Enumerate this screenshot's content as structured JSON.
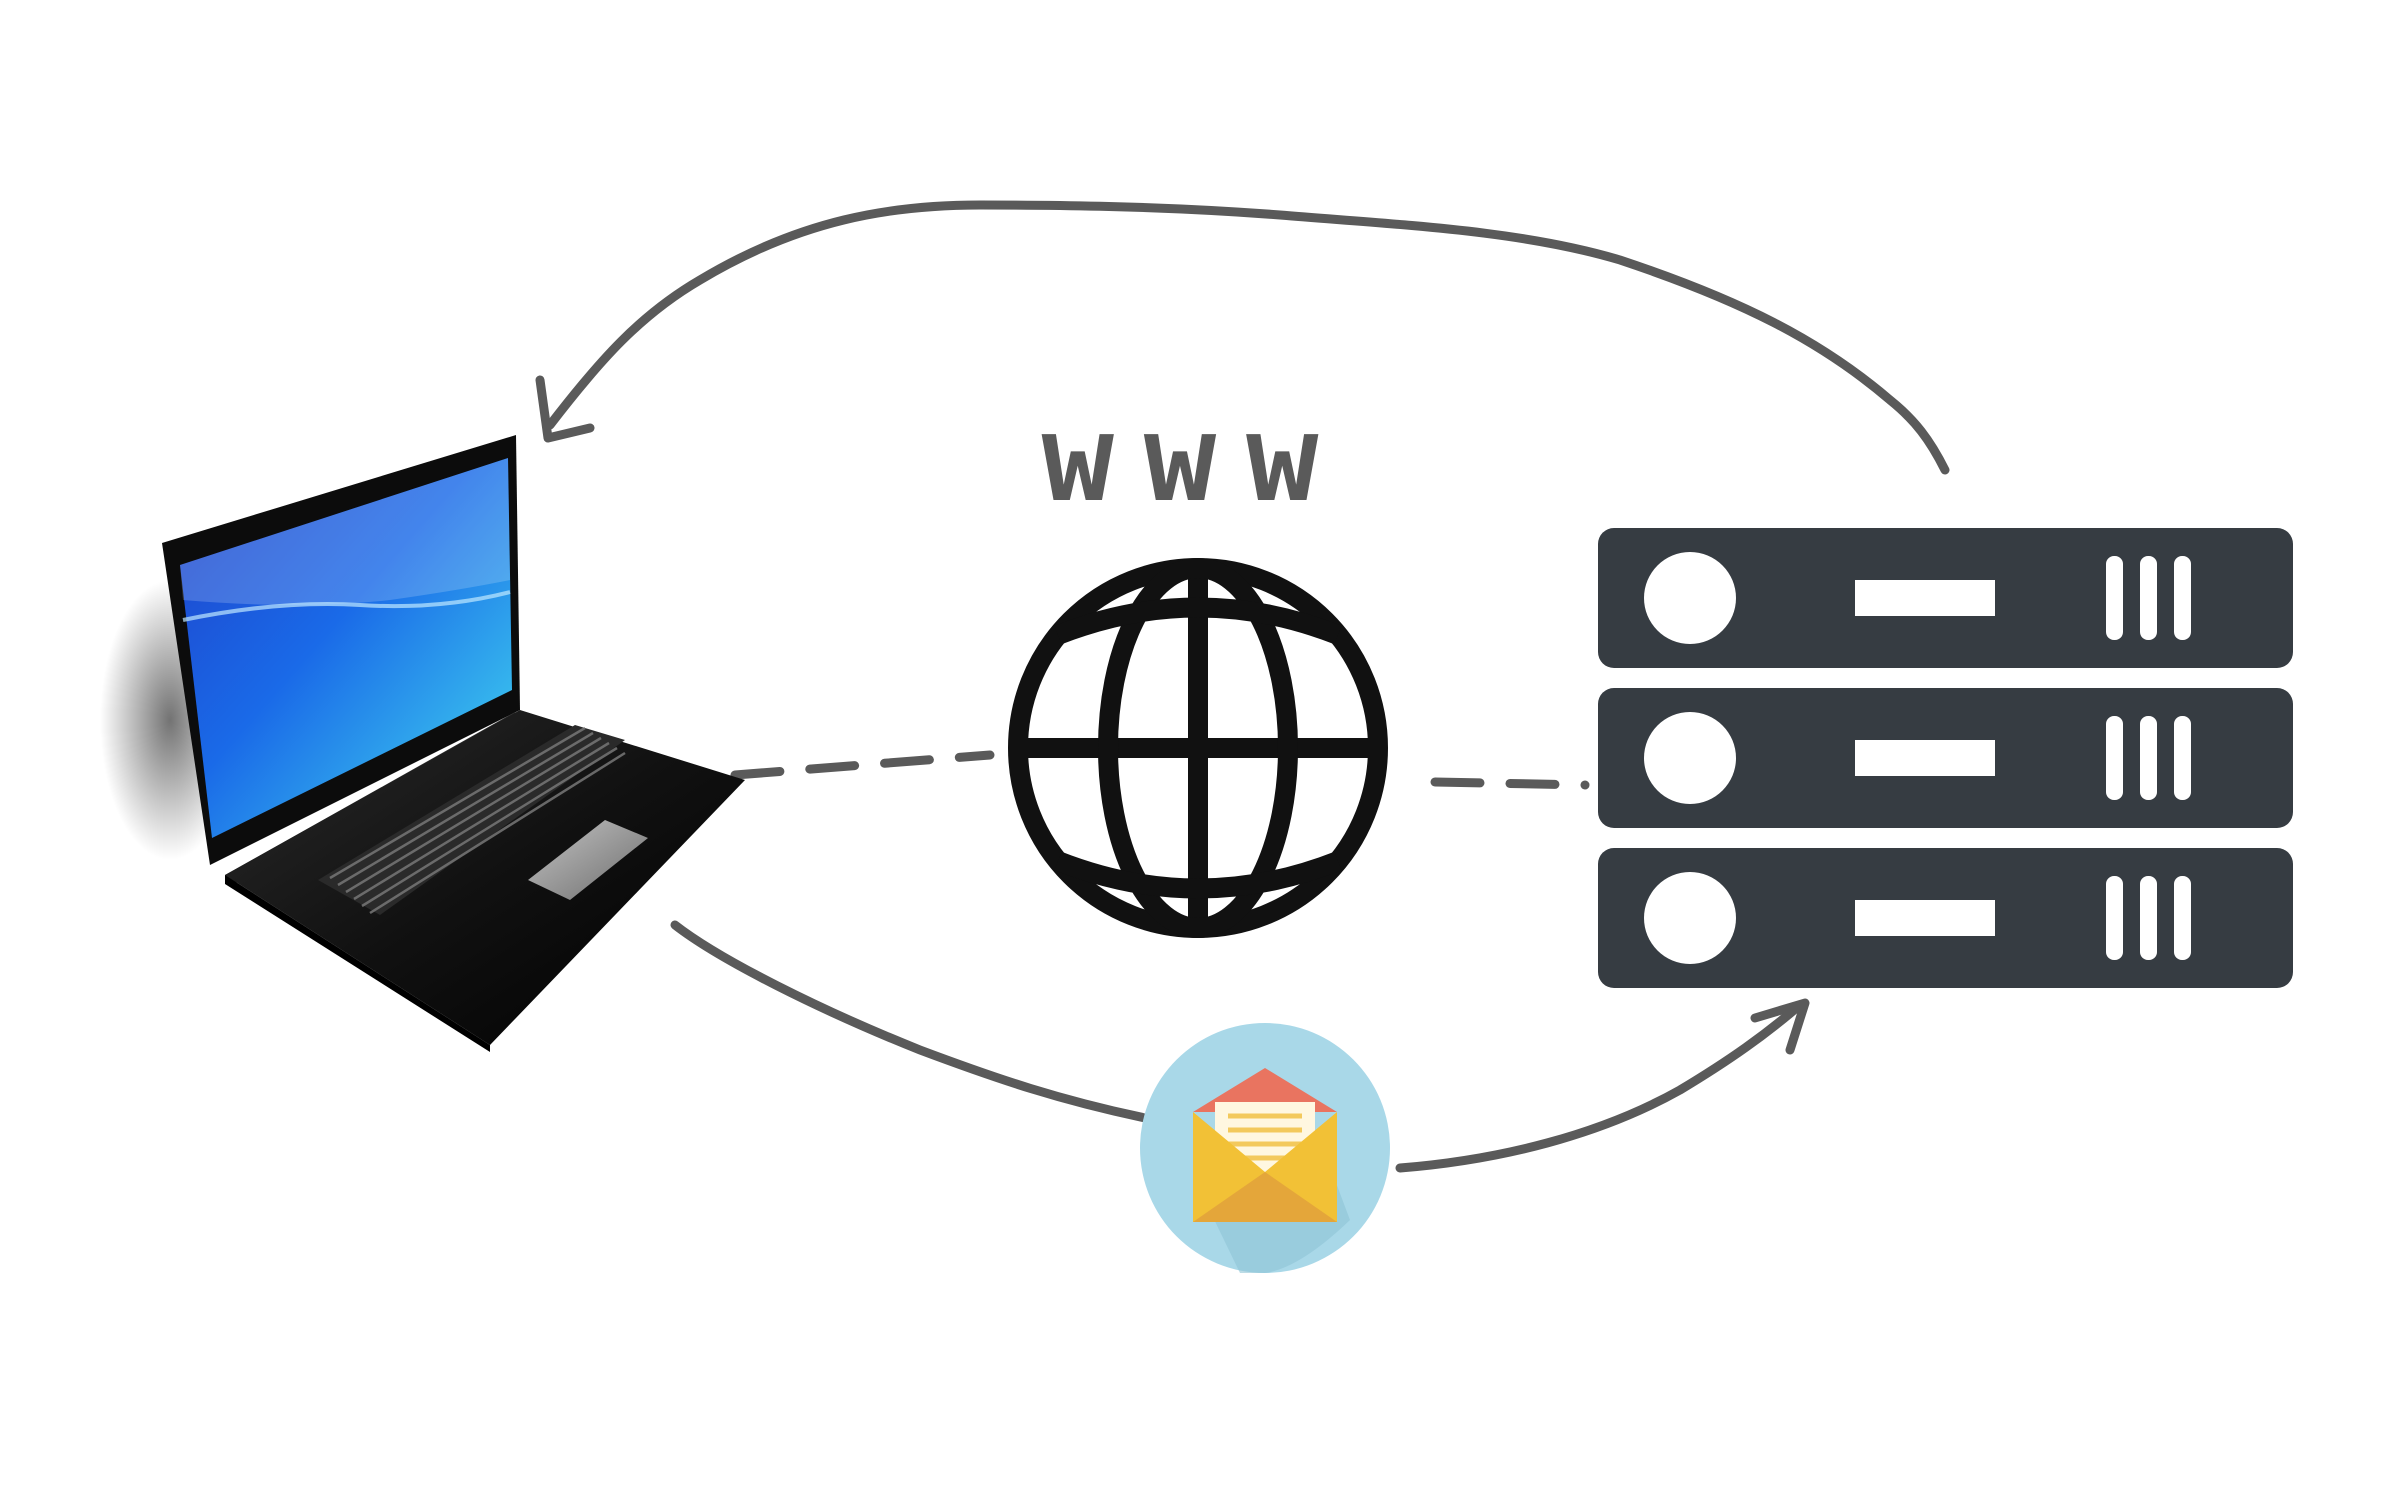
{
  "diagram": {
    "label_www": "www",
    "nodes": [
      {
        "id": "client",
        "icon": "laptop-icon"
      },
      {
        "id": "internet",
        "icon": "globe-icon"
      },
      {
        "id": "server",
        "icon": "server-rack-icon",
        "units": 3
      },
      {
        "id": "message",
        "icon": "envelope-icon"
      }
    ],
    "edges": [
      {
        "from": "server",
        "to": "client",
        "style": "solid",
        "arrow": "end"
      },
      {
        "from": "client",
        "to": "internet",
        "style": "dashed",
        "arrow": "none"
      },
      {
        "from": "internet",
        "to": "server",
        "style": "dashed",
        "arrow": "none"
      },
      {
        "from": "client",
        "to": "message",
        "style": "solid",
        "arrow": "none"
      },
      {
        "from": "message",
        "to": "server",
        "style": "solid",
        "arrow": "end"
      }
    ]
  },
  "colors": {
    "background": "#ffffff",
    "stroke": "#555555",
    "server": "#363c42",
    "globe": "#111111",
    "screen_top": "#1a52d6",
    "screen_bottom": "#3dd4ee",
    "envelope_circle": "#a9d8e8",
    "envelope_body": "#f2c136",
    "envelope_flap": "#e97460",
    "letter": "#fff7e0"
  }
}
